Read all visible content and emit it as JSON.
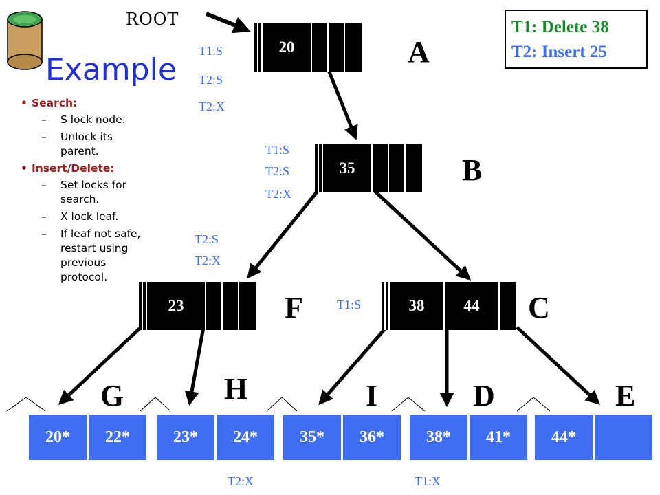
{
  "title": "Example",
  "root_label": "ROOT",
  "transactions": {
    "t1": "T1: Delete 38",
    "t2": "T2:  Insert 25"
  },
  "colors": {
    "title": "#1f2fd9",
    "t1": "#1a8a2a",
    "t2": "#3f6df4",
    "lock": "#3f6df4",
    "leaf": "#3f6df4",
    "rule_head": "#9c1a1a"
  },
  "icons": {
    "database": "database-icon"
  },
  "rules": {
    "search_heading": "Search:",
    "search_items": [
      "S lock node.",
      "Unlock its parent."
    ],
    "update_heading": "Insert/Delete:",
    "update_items": [
      "Set locks for search.",
      "X lock leaf.",
      "If leaf not safe, restart using previous protocol."
    ],
    "bullet": "•",
    "dash": "–"
  },
  "nodes": {
    "A": {
      "label": "A",
      "keys": [
        "20"
      ]
    },
    "B": {
      "label": "B",
      "keys": [
        "35"
      ]
    },
    "F": {
      "label": "F",
      "keys": [
        "23"
      ]
    },
    "C": {
      "label": "C",
      "keys": [
        "38",
        "44"
      ]
    }
  },
  "leaves": {
    "G": {
      "label": "G",
      "entries": [
        "20*",
        "22*"
      ]
    },
    "H": {
      "label": "H",
      "entries": [
        "23*",
        "24*"
      ]
    },
    "I": {
      "label": "I",
      "entries": [
        "35*",
        "36*"
      ]
    },
    "D": {
      "label": "D",
      "entries": [
        "38*",
        "41*"
      ]
    },
    "E": {
      "label": "E",
      "entries": [
        "44*",
        ""
      ]
    }
  },
  "locks": {
    "A": [
      "T1:S",
      "T2:S",
      "T2:X"
    ],
    "B": [
      "T1:S",
      "T2:S",
      "T2:X"
    ],
    "F": [
      "T2:S",
      "T2:X"
    ],
    "C": [
      "T1:S"
    ],
    "H": [
      "T2:X"
    ],
    "D": [
      "T1:X"
    ]
  }
}
